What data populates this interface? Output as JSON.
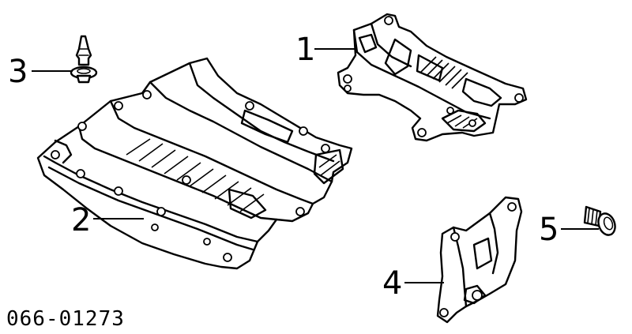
{
  "diagram": {
    "callouts": [
      {
        "id": "1",
        "label": "1"
      },
      {
        "id": "2",
        "label": "2"
      },
      {
        "id": "3",
        "label": "3"
      },
      {
        "id": "4",
        "label": "4"
      },
      {
        "id": "5",
        "label": "5"
      }
    ],
    "part_code": "066-01273"
  }
}
